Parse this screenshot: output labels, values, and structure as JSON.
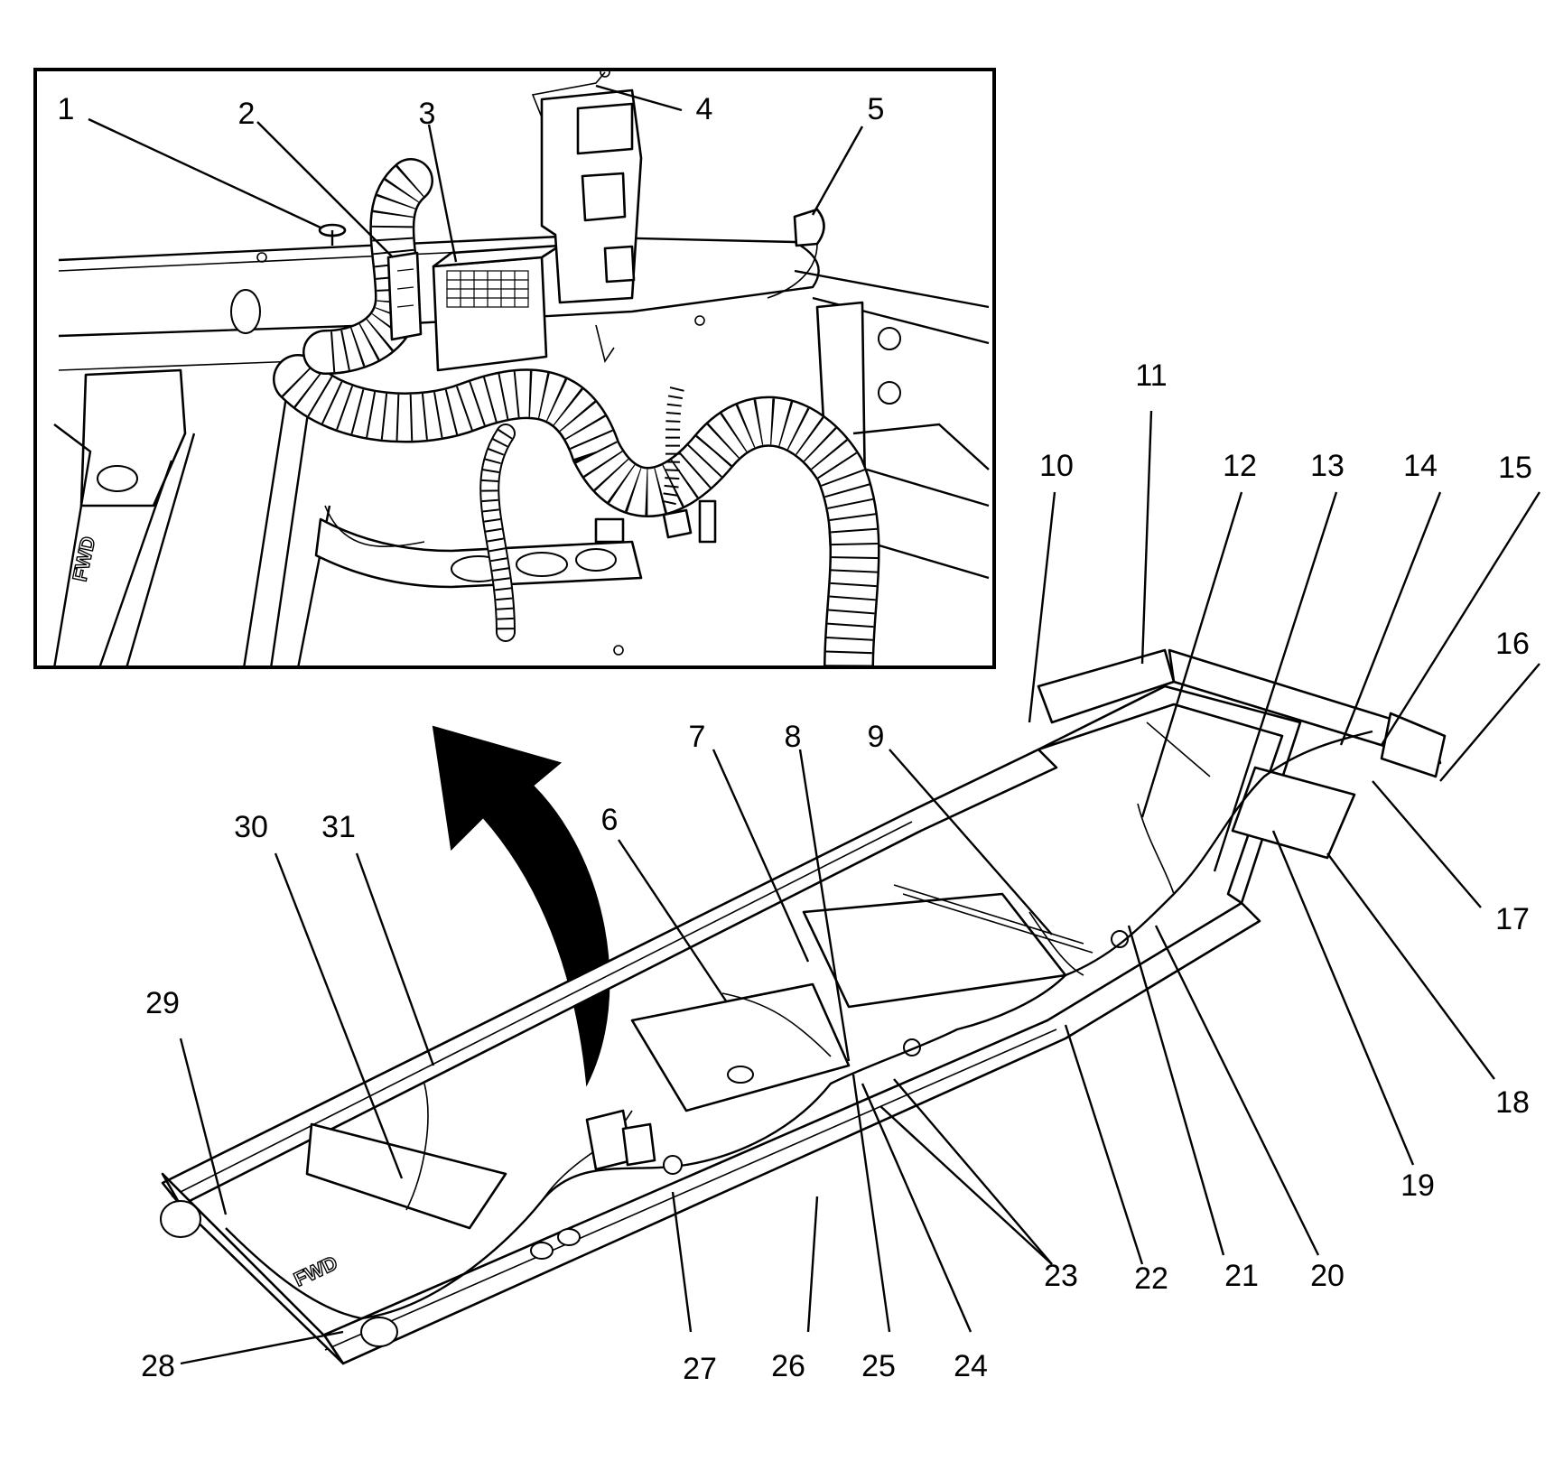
{
  "diagram": {
    "inset_callouts": [
      "1",
      "2",
      "3",
      "4",
      "5"
    ],
    "main_callouts": [
      "6",
      "7",
      "8",
      "9",
      "10",
      "11",
      "12",
      "13",
      "14",
      "15",
      "16",
      "17",
      "18",
      "19",
      "20",
      "21",
      "22",
      "23",
      "24",
      "25",
      "26",
      "27",
      "28",
      "29",
      "30",
      "31"
    ],
    "stamp_text": "FWD"
  }
}
